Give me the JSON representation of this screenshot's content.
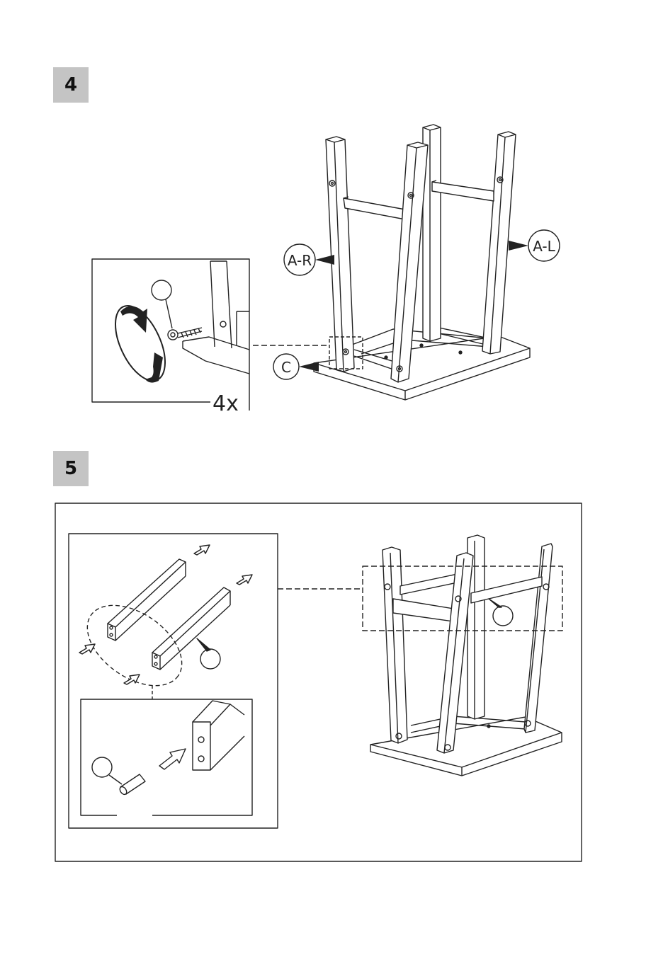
{
  "steps": [
    {
      "number": "4",
      "quantity": "4x",
      "labels": {
        "left_leg": "A-R",
        "right_leg": "A-L",
        "seat": "C"
      }
    },
    {
      "number": "5"
    }
  ]
}
